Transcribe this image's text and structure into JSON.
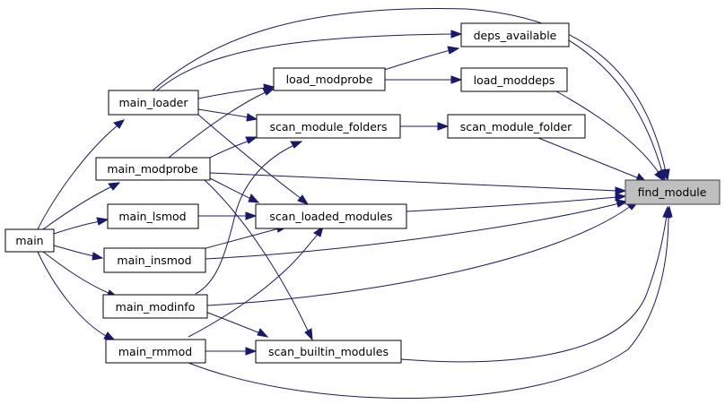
{
  "graph": {
    "nodes": {
      "main": "main",
      "main_loader": "main_loader",
      "main_modprobe": "main_modprobe",
      "main_lsmod": "main_lsmod",
      "main_insmod": "main_insmod",
      "main_modinfo": "main_modinfo",
      "main_rmmod": "main_rmmod",
      "load_modprobe": "load_modprobe",
      "scan_module_folders": "scan_module_folders",
      "scan_loaded_modules": "scan_loaded_modules",
      "scan_builtin_modules": "scan_builtin_modules",
      "deps_available": "deps_available",
      "load_moddeps": "load_moddeps",
      "scan_module_folder": "scan_module_folder",
      "find_module": "find_module"
    },
    "highlight_color": "#bfbfbf",
    "edge_color": "#191970"
  }
}
